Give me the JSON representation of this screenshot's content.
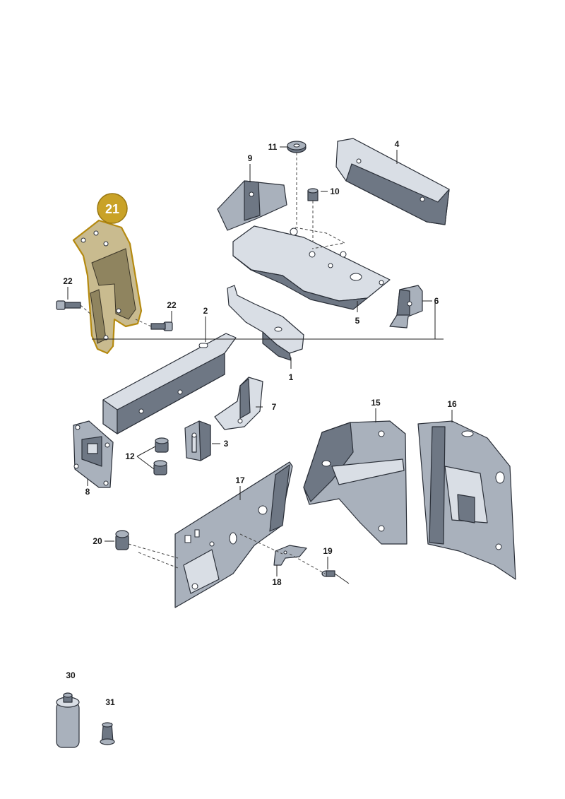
{
  "diagram": {
    "highlighted_part": "21",
    "callouts": [
      "1",
      "2",
      "3",
      "4",
      "5",
      "6",
      "7",
      "8",
      "9",
      "10",
      "11",
      "12",
      "15",
      "16",
      "17",
      "18",
      "19",
      "20",
      "22",
      "22",
      "30",
      "31"
    ],
    "colors": {
      "highlight_fill": "#c9bb8f",
      "highlight_outline": "#b58a10",
      "badge": "#c9a227",
      "part_dark": "#6e7784",
      "part_light": "#d9dee5"
    }
  }
}
